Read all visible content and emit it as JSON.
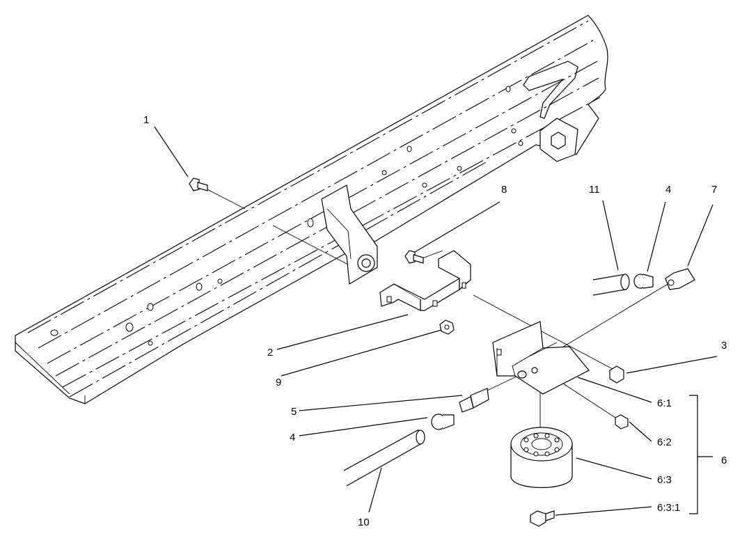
{
  "callouts": {
    "c1": "1",
    "c2": "2",
    "c3": "3",
    "c4a": "4",
    "c4b": "4",
    "c5": "5",
    "c6": "6",
    "c6_1": "6:1",
    "c6_2": "6:2",
    "c6_3": "6:3",
    "c6_3_1": "6:3:1",
    "c7": "7",
    "c8": "8",
    "c9": "9",
    "c10": "10",
    "c11": "11"
  }
}
